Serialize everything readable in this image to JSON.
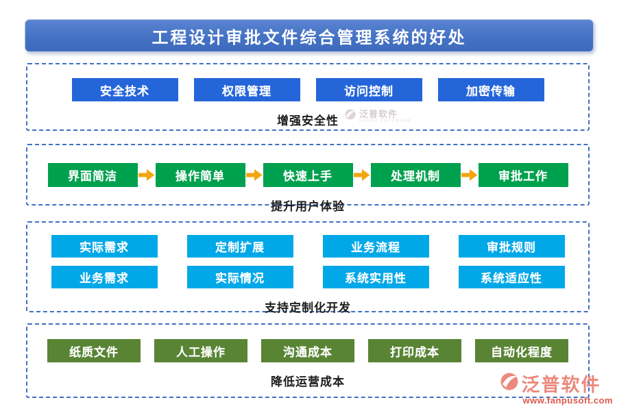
{
  "header": {
    "title": "工程设计审批文件综合管理系统的好处"
  },
  "sections": [
    {
      "id": "security",
      "label": "增强安全性",
      "items": [
        "安全技术",
        "权限管理",
        "访问控制",
        "加密传输"
      ]
    },
    {
      "id": "experience",
      "label": "提升用户体验",
      "items": [
        "界面简洁",
        "操作简单",
        "快速上手",
        "处理机制",
        "审批工作"
      ]
    },
    {
      "id": "customization",
      "label": "支持定制化开发",
      "rows": [
        [
          "实际需求",
          "定制扩展",
          "业务流程",
          "审批规则"
        ],
        [
          "业务需求",
          "实际情况",
          "系统实用性",
          "系统适应性"
        ]
      ]
    },
    {
      "id": "cost",
      "label": "降低运营成本",
      "items": [
        "纸质文件",
        "人工操作",
        "沟通成本",
        "打印成本",
        "自动化程度"
      ]
    }
  ],
  "watermarks": {
    "inline": {
      "name": "泛普软件",
      "subtext": "FANPU SOFTWARE"
    },
    "corner": {
      "name": "泛普软件",
      "url": "www.fanpusoft.com"
    }
  },
  "colors": {
    "title_bg": "#4472c4",
    "security_blue": "#2565da",
    "experience_green": "#00a14e",
    "arrow_yellow": "#f2a50c",
    "customization_cyan": "#00a8e8",
    "cost_olive": "#588434",
    "dashed_border": "#3f6fc4",
    "watermark_salmon": "#ec897d"
  }
}
